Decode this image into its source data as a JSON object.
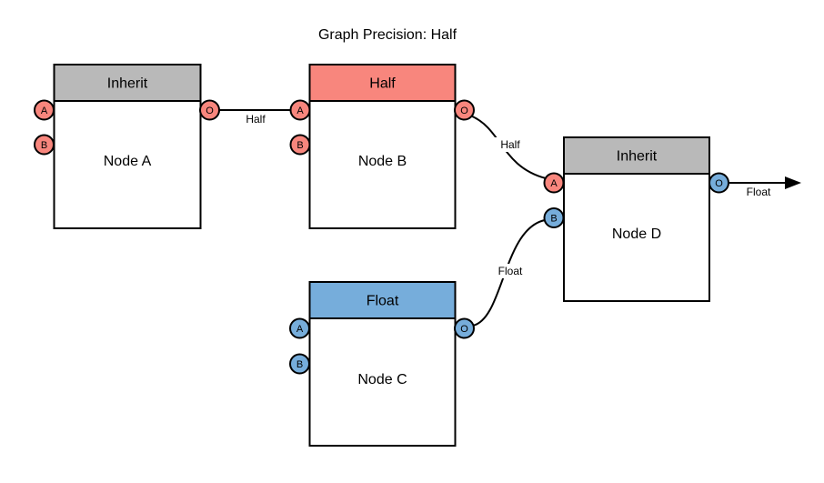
{
  "title": "Graph Precision: Half",
  "colors": {
    "half": "#F8867D",
    "float": "#76ADDB",
    "inherit": "#B9B9B9",
    "node_body": "#FFFFFF",
    "stroke": "#000000"
  },
  "nodes": {
    "a": {
      "name": "Node A",
      "header": "Inherit",
      "port_a": "A",
      "port_b": "B",
      "port_o": "O"
    },
    "b": {
      "name": "Node B",
      "header": "Half",
      "port_a": "A",
      "port_b": "B",
      "port_o": "O"
    },
    "c": {
      "name": "Node C",
      "header": "Float",
      "port_a": "A",
      "port_b": "B",
      "port_o": "O"
    },
    "d": {
      "name": "Node D",
      "header": "Inherit",
      "port_a": "A",
      "port_b": "B",
      "port_o": "O"
    }
  },
  "edges": {
    "a_to_b": {
      "label": "Half",
      "from": "Node A port O",
      "to": "Node B port A"
    },
    "b_to_d": {
      "label": "Half",
      "from": "Node B port O",
      "to": "Node D port A"
    },
    "c_to_d": {
      "label": "Float",
      "from": "Node C port O",
      "to": "Node D port B"
    },
    "output": {
      "label": "Float",
      "from": "Node D port O"
    }
  }
}
